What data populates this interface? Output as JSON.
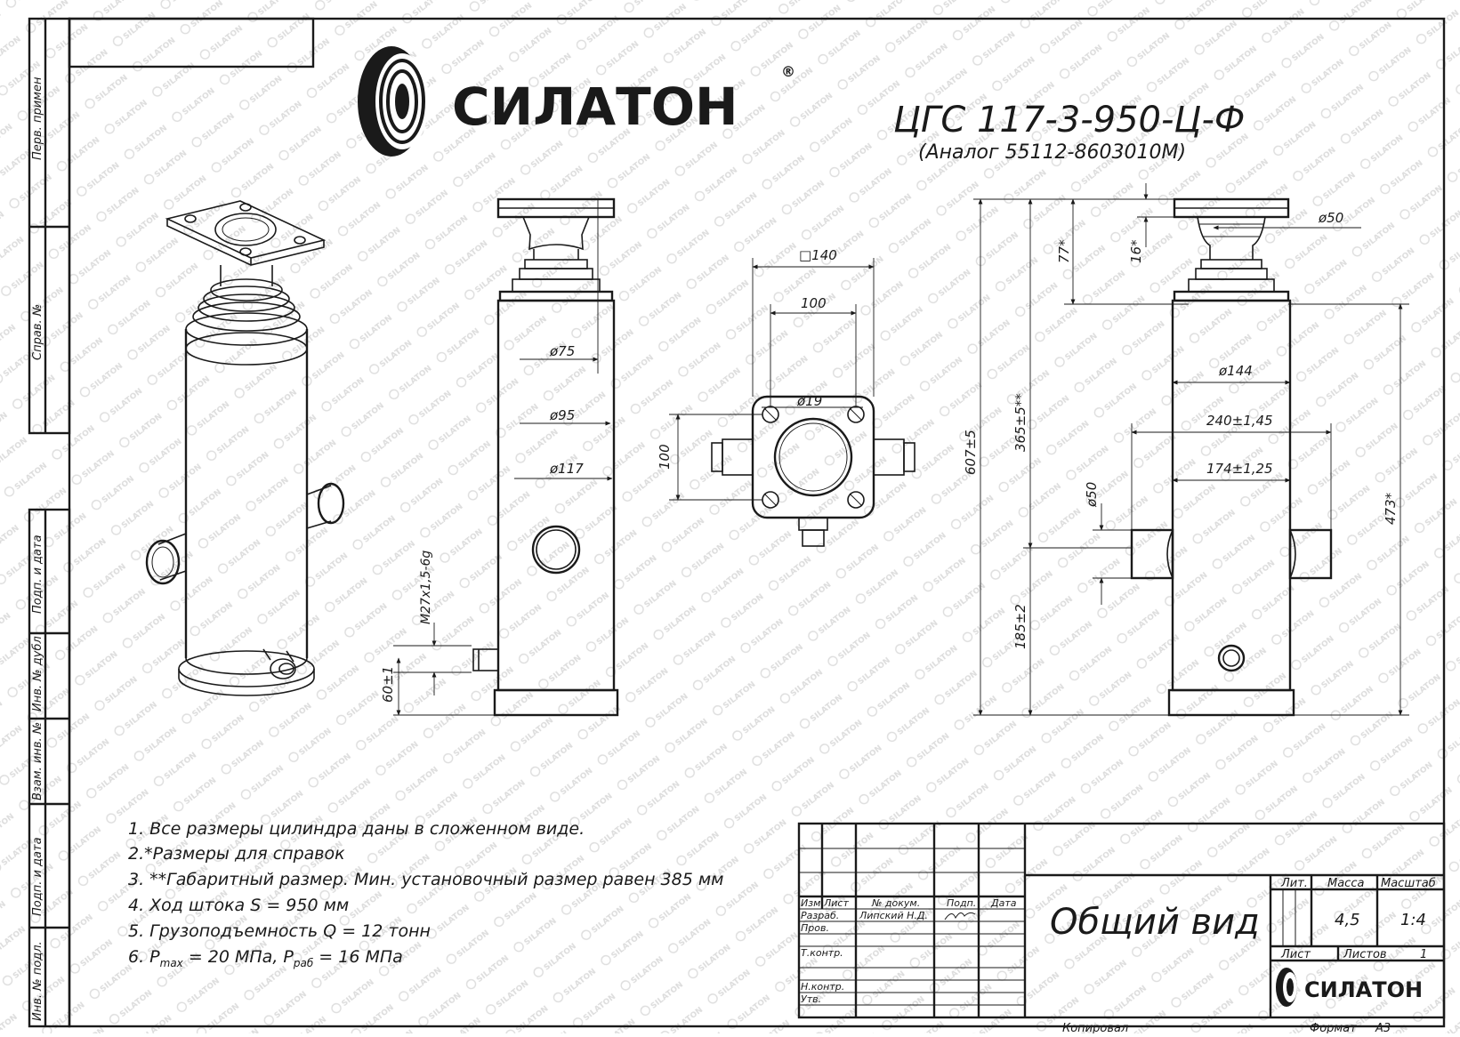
{
  "logo": {
    "text": "СИЛАТОН",
    "mark": "®"
  },
  "title": {
    "model": "ЦГС 117-3-950-Ц-Ф",
    "analog": "(Аналог 55112-8603010М)"
  },
  "watermark": "SILATON",
  "side_stamp": [
    "Перв. примен",
    "Справ. №",
    "Подп. и дата",
    "Инв. № дубл",
    "Взам. инв. №",
    "Подп. и дата",
    "Инв. № подл."
  ],
  "dimensions": {
    "square_140": "□140",
    "d100_top": "100",
    "d100_side": "100",
    "d19": "ø19",
    "d75": "ø75",
    "d95": "ø95",
    "d117": "ø117",
    "thread": "M27x1,5-6g",
    "h60": "60±1",
    "d50_top": "ø50",
    "h16": "16*",
    "h77": "77*",
    "d144": "ø144",
    "w240": "240±1,45",
    "w174": "174±1,25",
    "d50_side": "ø50",
    "h607": "607±5",
    "h365": "365±5**",
    "h185": "185±2",
    "h473": "473*"
  },
  "notes": [
    "1. Все размеры цилиндра даны в сложенном виде.",
    "2.*Размеры для справок",
    "3. **Габаритный размер. Мин. установочный размер равен 385 мм",
    "4. Ход штока S = 950 мм",
    "5. Грузоподъемность Q = 12 тонн"
  ],
  "note6": {
    "prefix": "6. P",
    "max_sub": "max",
    "mid": " = 20 МПа, P",
    "rab_sub": "раб",
    "suffix": " = 16 МПа"
  },
  "title_block": {
    "headers": [
      "Изм",
      "Лист",
      "№ докум.",
      "Подп.",
      "Дата"
    ],
    "rows": [
      "Разраб.",
      "Пров.",
      "Т.контр.",
      "Н.контр.",
      "Утв."
    ],
    "developer": "Липский Н.Д.",
    "doc_title": "Общий вид",
    "lit_label": "Лит.",
    "mass_label": "Масса",
    "scale_label": "Масштаб",
    "mass": "4,5",
    "scale": "1:4",
    "sheet_label": "Лист",
    "sheets_label": "Листов",
    "sheets": "1",
    "copied": "Копировал",
    "format_label": "Формат",
    "format": "А3"
  }
}
